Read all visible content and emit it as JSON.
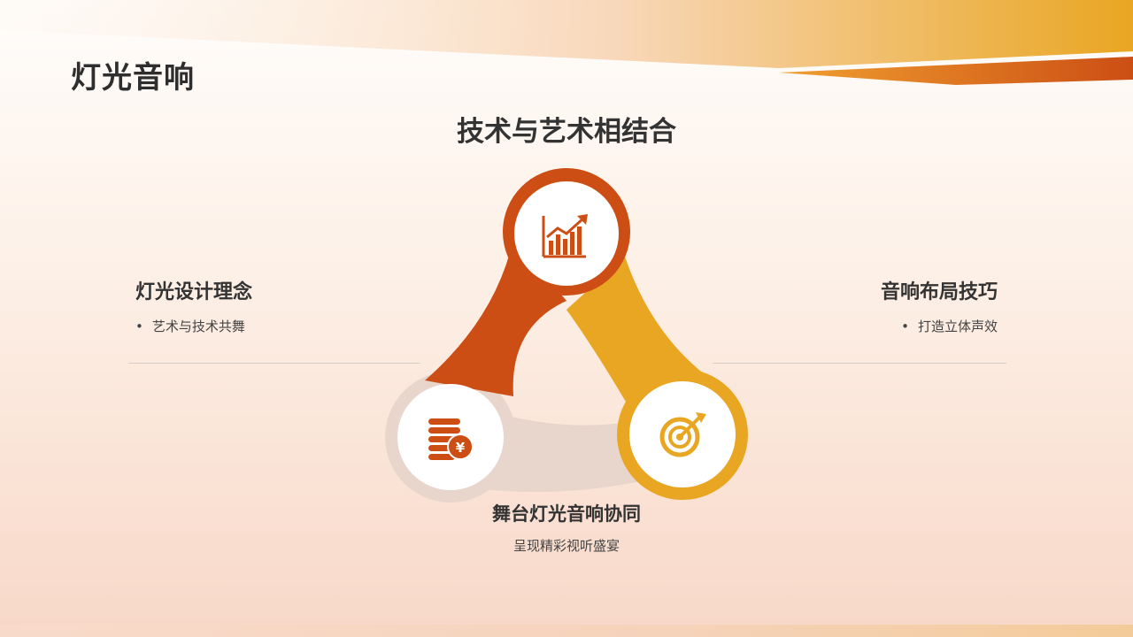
{
  "slide": {
    "title": "灯光音响",
    "heading": "技术与艺术相结合"
  },
  "left_point": {
    "title": "灯光设计理念",
    "bullet": "艺术与技术共舞"
  },
  "right_point": {
    "title": "音响布局技巧",
    "bullet": "打造立体声效"
  },
  "bottom_point": {
    "title": "舞台灯光音响协同",
    "subtitle": "呈现精彩视听盛宴"
  },
  "bullet_symbol": "•",
  "colors": {
    "accent_dark_orange": "#cc4e14",
    "accent_gold": "#e9a622",
    "accent_beige": "#e8d6cc",
    "text": "#333333"
  },
  "icons": {
    "top": "growth-chart-icon",
    "left": "coins-yen-icon",
    "right": "target-arrow-icon"
  }
}
